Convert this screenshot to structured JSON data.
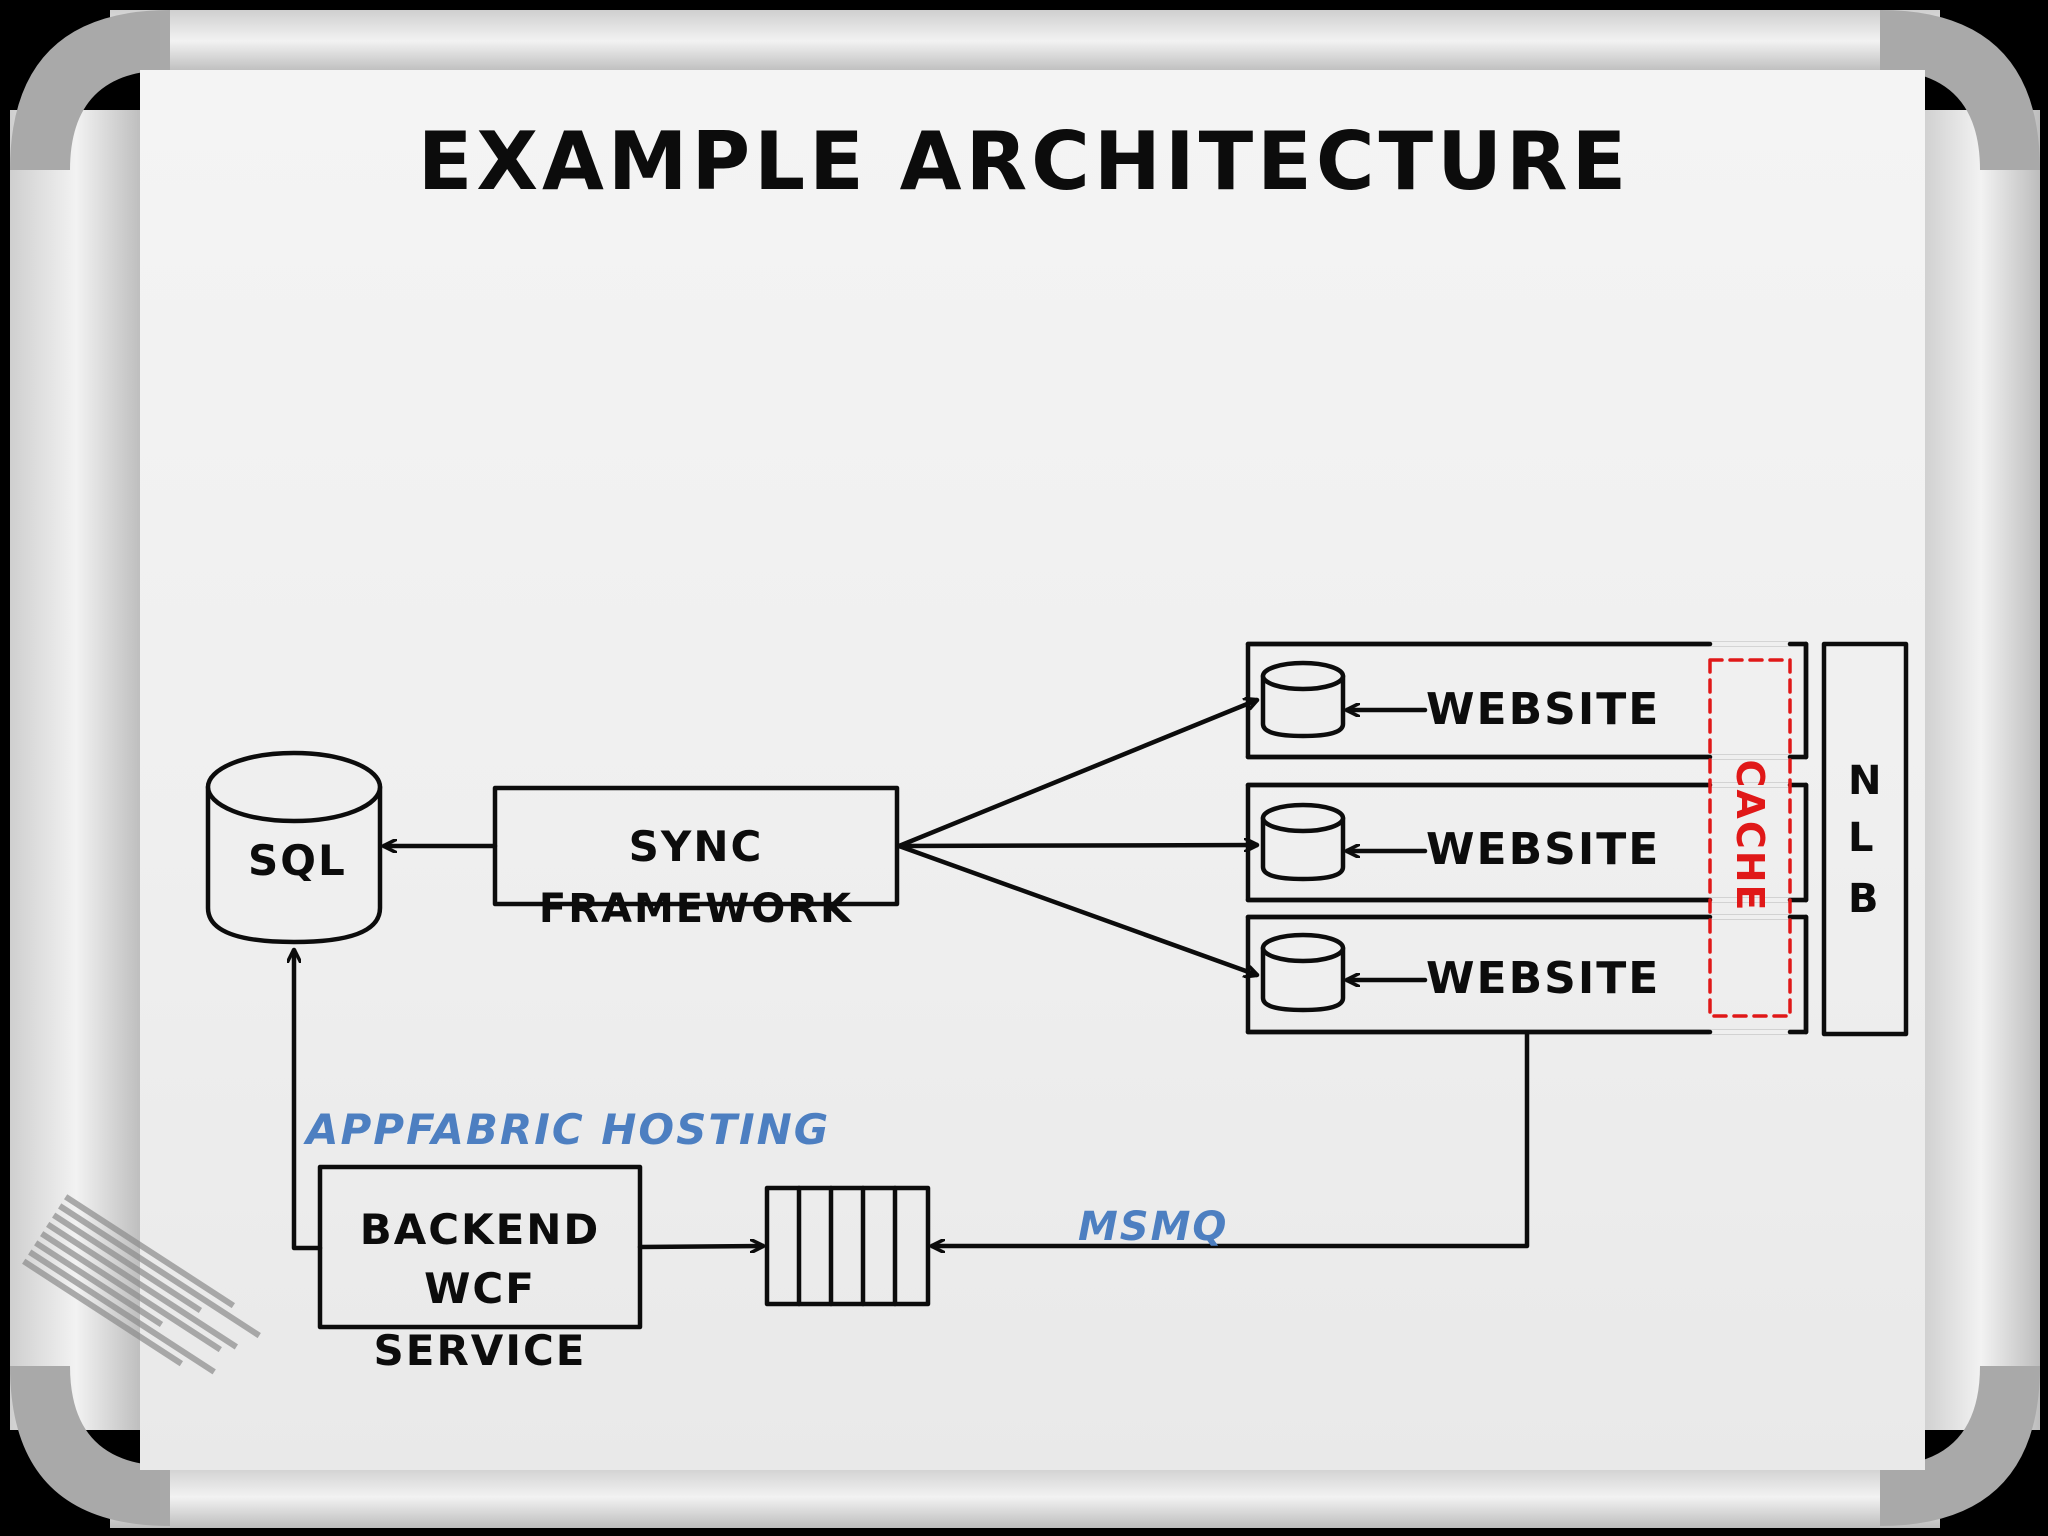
{
  "diagram": {
    "title": "Example Architecture",
    "nodes": {
      "sql": "SQL",
      "sync_framework": [
        "SYNC",
        "FRAMEWORK"
      ],
      "websites": [
        "WEBSITE",
        "WEBSITE",
        "WEBSITE"
      ],
      "cache": "CACHE",
      "nlb": [
        "N",
        "L",
        "B"
      ],
      "backend_service": [
        "BACKEND",
        "WCF",
        "SERVICE"
      ]
    },
    "annotations": {
      "appfabric_hosting": "APPFABRIC HOSTING",
      "msmq": "MSMQ"
    },
    "edges": [
      {
        "from": "sync_framework",
        "to": "sql"
      },
      {
        "from": "sync_framework",
        "to": "website-cache-1"
      },
      {
        "from": "sync_framework",
        "to": "website-cache-2"
      },
      {
        "from": "sync_framework",
        "to": "website-cache-3"
      },
      {
        "from": "website-1",
        "to": "website-cache-1"
      },
      {
        "from": "website-2",
        "to": "website-cache-2"
      },
      {
        "from": "website-3",
        "to": "website-cache-3"
      },
      {
        "from": "backend_service",
        "to": "sql"
      },
      {
        "from": "backend_service",
        "to": "queue"
      },
      {
        "from": "website-3",
        "to": "queue",
        "label": "msmq"
      }
    ],
    "colors": {
      "ink": "#0c0c0c",
      "annotation": "#4d7fc1",
      "cache": "#e01818",
      "surface": "#efefef"
    }
  }
}
